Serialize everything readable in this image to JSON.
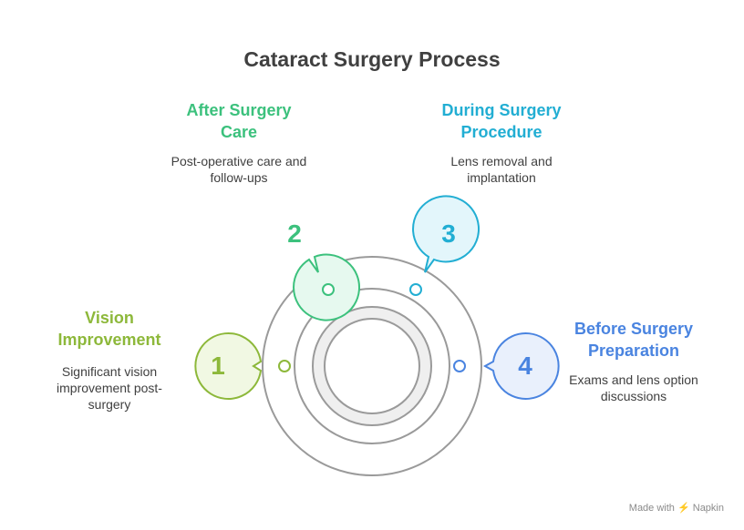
{
  "title": "Cataract Surgery Process",
  "steps": [
    {
      "number": "1",
      "heading": "Vision Improvement",
      "description": "Significant vision improvement post-surgery",
      "color": "#8db83a",
      "fill": "#f1f8e3"
    },
    {
      "number": "2",
      "heading": "After Surgery Care",
      "description": "Post-operative care and follow-ups",
      "color": "#3cc17d",
      "fill": "#e6f9ef"
    },
    {
      "number": "3",
      "heading": "During Surgery Procedure",
      "description": "Lens removal and implantation",
      "color": "#22aed3",
      "fill": "#e3f6fb"
    },
    {
      "number": "4",
      "heading": "Before Surgery Preparation",
      "description": "Exams and lens option discussions",
      "color": "#4a84e0",
      "fill": "#e9f0fc"
    }
  ],
  "branding": {
    "made_with": "Made with",
    "product": "Napkin"
  }
}
